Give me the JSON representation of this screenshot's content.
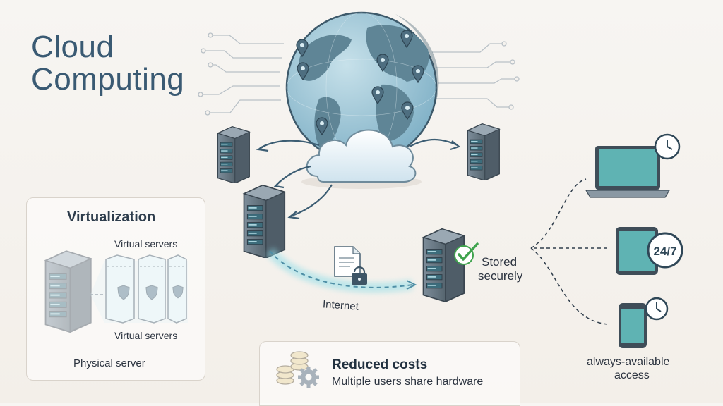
{
  "title": {
    "line1": "Cloud",
    "line2": "Computing"
  },
  "virtualization": {
    "heading": "Virtualization",
    "virtual_servers_top": "Virtual servers",
    "virtual_servers_bottom": "Virtual servers",
    "physical_server": "Physical server"
  },
  "network": {
    "internet_label": "Internet"
  },
  "storage": {
    "line1": "Stored",
    "line2": "securely"
  },
  "availability": {
    "line1": "always-available",
    "line2": "access",
    "badge": "24/7"
  },
  "costs": {
    "title": "Reduced costs",
    "subtitle": "Multiple users share hardware"
  },
  "colors": {
    "title": "#3a5a73",
    "globe_ocean": "#9cc4d6",
    "globe_land": "#5f8596",
    "server_body": "#6d7e8c",
    "screen": "#5fb3b3",
    "internet_glow": "#8fdde8",
    "check": "#3fa34d"
  },
  "icons": [
    "cloud-icon",
    "globe-icon",
    "server-icon",
    "shield-icon",
    "document-icon",
    "lock-icon",
    "checkmark-icon",
    "laptop-icon",
    "tablet-icon",
    "phone-icon",
    "clock-icon",
    "coins-icon",
    "gear-icon"
  ]
}
